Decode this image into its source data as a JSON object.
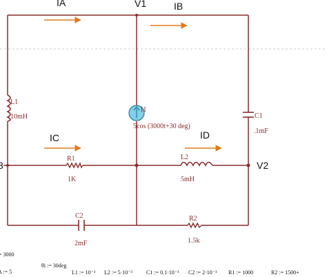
{
  "circuit": {
    "node_labels": {
      "top_middle": "V1",
      "right_middle": "V2",
      "left_middle_partial": "3"
    },
    "current_labels": {
      "top_left": "IA",
      "top_right": "IB",
      "middle_left": "IC",
      "middle_right": "ID"
    },
    "components": {
      "L1": {
        "name": "L1",
        "value": "10mH"
      },
      "C1": {
        "name": "C1",
        "value": ".1mF"
      },
      "R1": {
        "name": "R1",
        "value": "1K"
      },
      "L2": {
        "name": "L2",
        "value": "5mH"
      },
      "C2": {
        "name": "C2",
        "value": "2mF"
      },
      "R2": {
        "name": "R2",
        "value": "1.5k"
      },
      "source": {
        "name": "I1",
        "value": "5cos (3000t+30 deg)"
      }
    },
    "colors": {
      "wire": "#8a2a2a",
      "arrow": "#e07b1a",
      "source_fill": "#7fd0e8",
      "source_stroke": "#2a7a9a",
      "dashed_line": "#c8c8c8"
    }
  },
  "math_footer": {
    "line1": "= 3000",
    "line2_a": "A := 5",
    "line2_b": "θi := 30deg",
    "definitions": [
      "L1 := 10⁻³",
      "L2 := 5·10⁻³",
      "C1 := 0.1·10⁻³",
      "C2 := 2·10⁻³",
      "R1 := 1000",
      "R2 := 1500+"
    ]
  }
}
